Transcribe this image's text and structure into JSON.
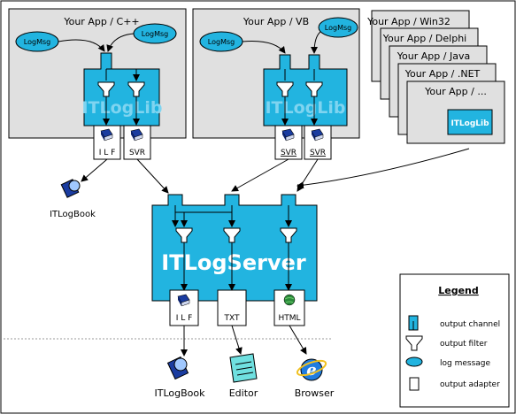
{
  "colors": {
    "frame": "#000000",
    "box_fill": "#e0e0e0",
    "lib_fill": "#22b4e0",
    "lib_text": "#7fd4f0",
    "server_text": "#ffffff",
    "ellipse_fill": "#22b4e0",
    "dotted": "#999999"
  },
  "apps": {
    "cpp": {
      "title": "Your App / C++",
      "msg1": "LogMsg",
      "msg2": "LogMsg",
      "lib": "ITLogLib"
    },
    "vb": {
      "title": "Your App / VB",
      "msg1": "LogMsg",
      "msg2": "LogMsg",
      "lib": "ITLogLib"
    },
    "stack": [
      "Your App / Win32",
      "Your App / Delphi",
      "Your App / Java",
      "Your App / .NET",
      "Your App / ..."
    ],
    "stack_lib": "ITLogLib"
  },
  "adapters": {
    "cpp_ilf": "I L F",
    "cpp_svr": "SVR",
    "vb_svr1": "SVR",
    "vb_svr2": "SVR",
    "srv_ilf": "I L F",
    "srv_txt": "TXT",
    "srv_html": "HTML"
  },
  "server": {
    "title": "ITLogServer"
  },
  "outputs": {
    "itlogbook_top": "ITLogBook",
    "itlogbook_bottom": "ITLogBook",
    "editor": "Editor",
    "browser": "Browser"
  },
  "legend": {
    "title": "Legend",
    "items": [
      "output channel",
      "output filter",
      "log message",
      "output adapter"
    ]
  }
}
